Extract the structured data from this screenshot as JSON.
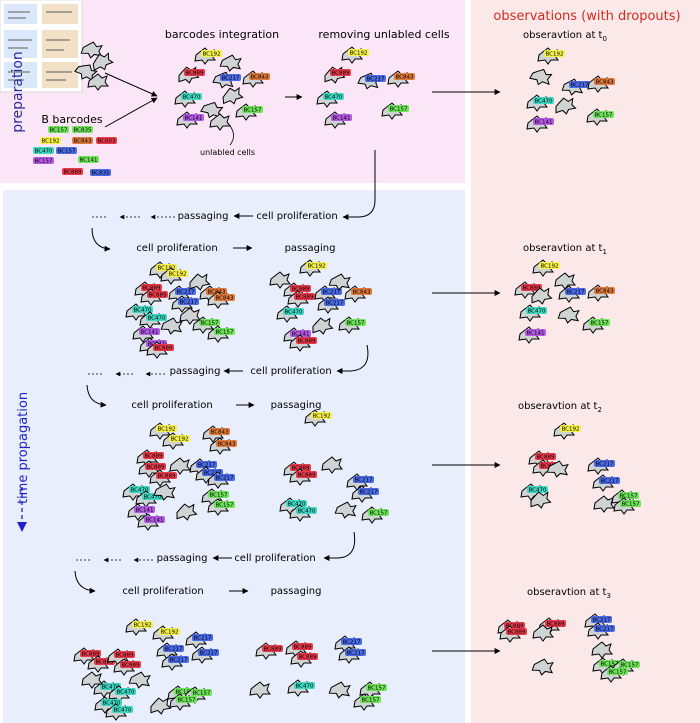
{
  "header": {
    "observations": "observations (with dropouts)",
    "preparation": "preparation",
    "time_axis": "time propagation"
  },
  "prep": {
    "b_barcodes": "B barcodes",
    "integration": "barcodes integration",
    "removing": "removing unlabled cells",
    "unlabeled": "unlabled cells",
    "pool": [
      "BC157",
      "BC835",
      "BC192",
      "BC843",
      "BC003",
      "BC470",
      "BC157",
      "BC141",
      "BC157",
      "BC889",
      "BC835"
    ]
  },
  "cycles": {
    "cell_proliferation": "cell proliferation",
    "passaging": "passaging"
  },
  "observations": {
    "obs0": "obseravtion at t",
    "obs1": "obseravtion at t",
    "obs2": "obseravtion at t",
    "obs3": "obseravtion at t",
    "sub0": "0",
    "sub1": "1",
    "sub2": "2",
    "sub3": "3"
  },
  "barcodes": {
    "BC192": {
      "label": "BC192",
      "color": "#f6f14a"
    },
    "BC889": {
      "label": "BC889",
      "color": "#e83a4a"
    },
    "BC843": {
      "label": "BC843",
      "color": "#e07a3a"
    },
    "BC157": {
      "label": "BC157",
      "color": "#6fe35a"
    },
    "BC470": {
      "label": "BC470",
      "color": "#3ed8c3"
    },
    "BC141": {
      "label": "BC141",
      "color": "#b55ae6"
    },
    "BC217": {
      "label": "BC217",
      "color": "#4a6ae6"
    }
  }
}
